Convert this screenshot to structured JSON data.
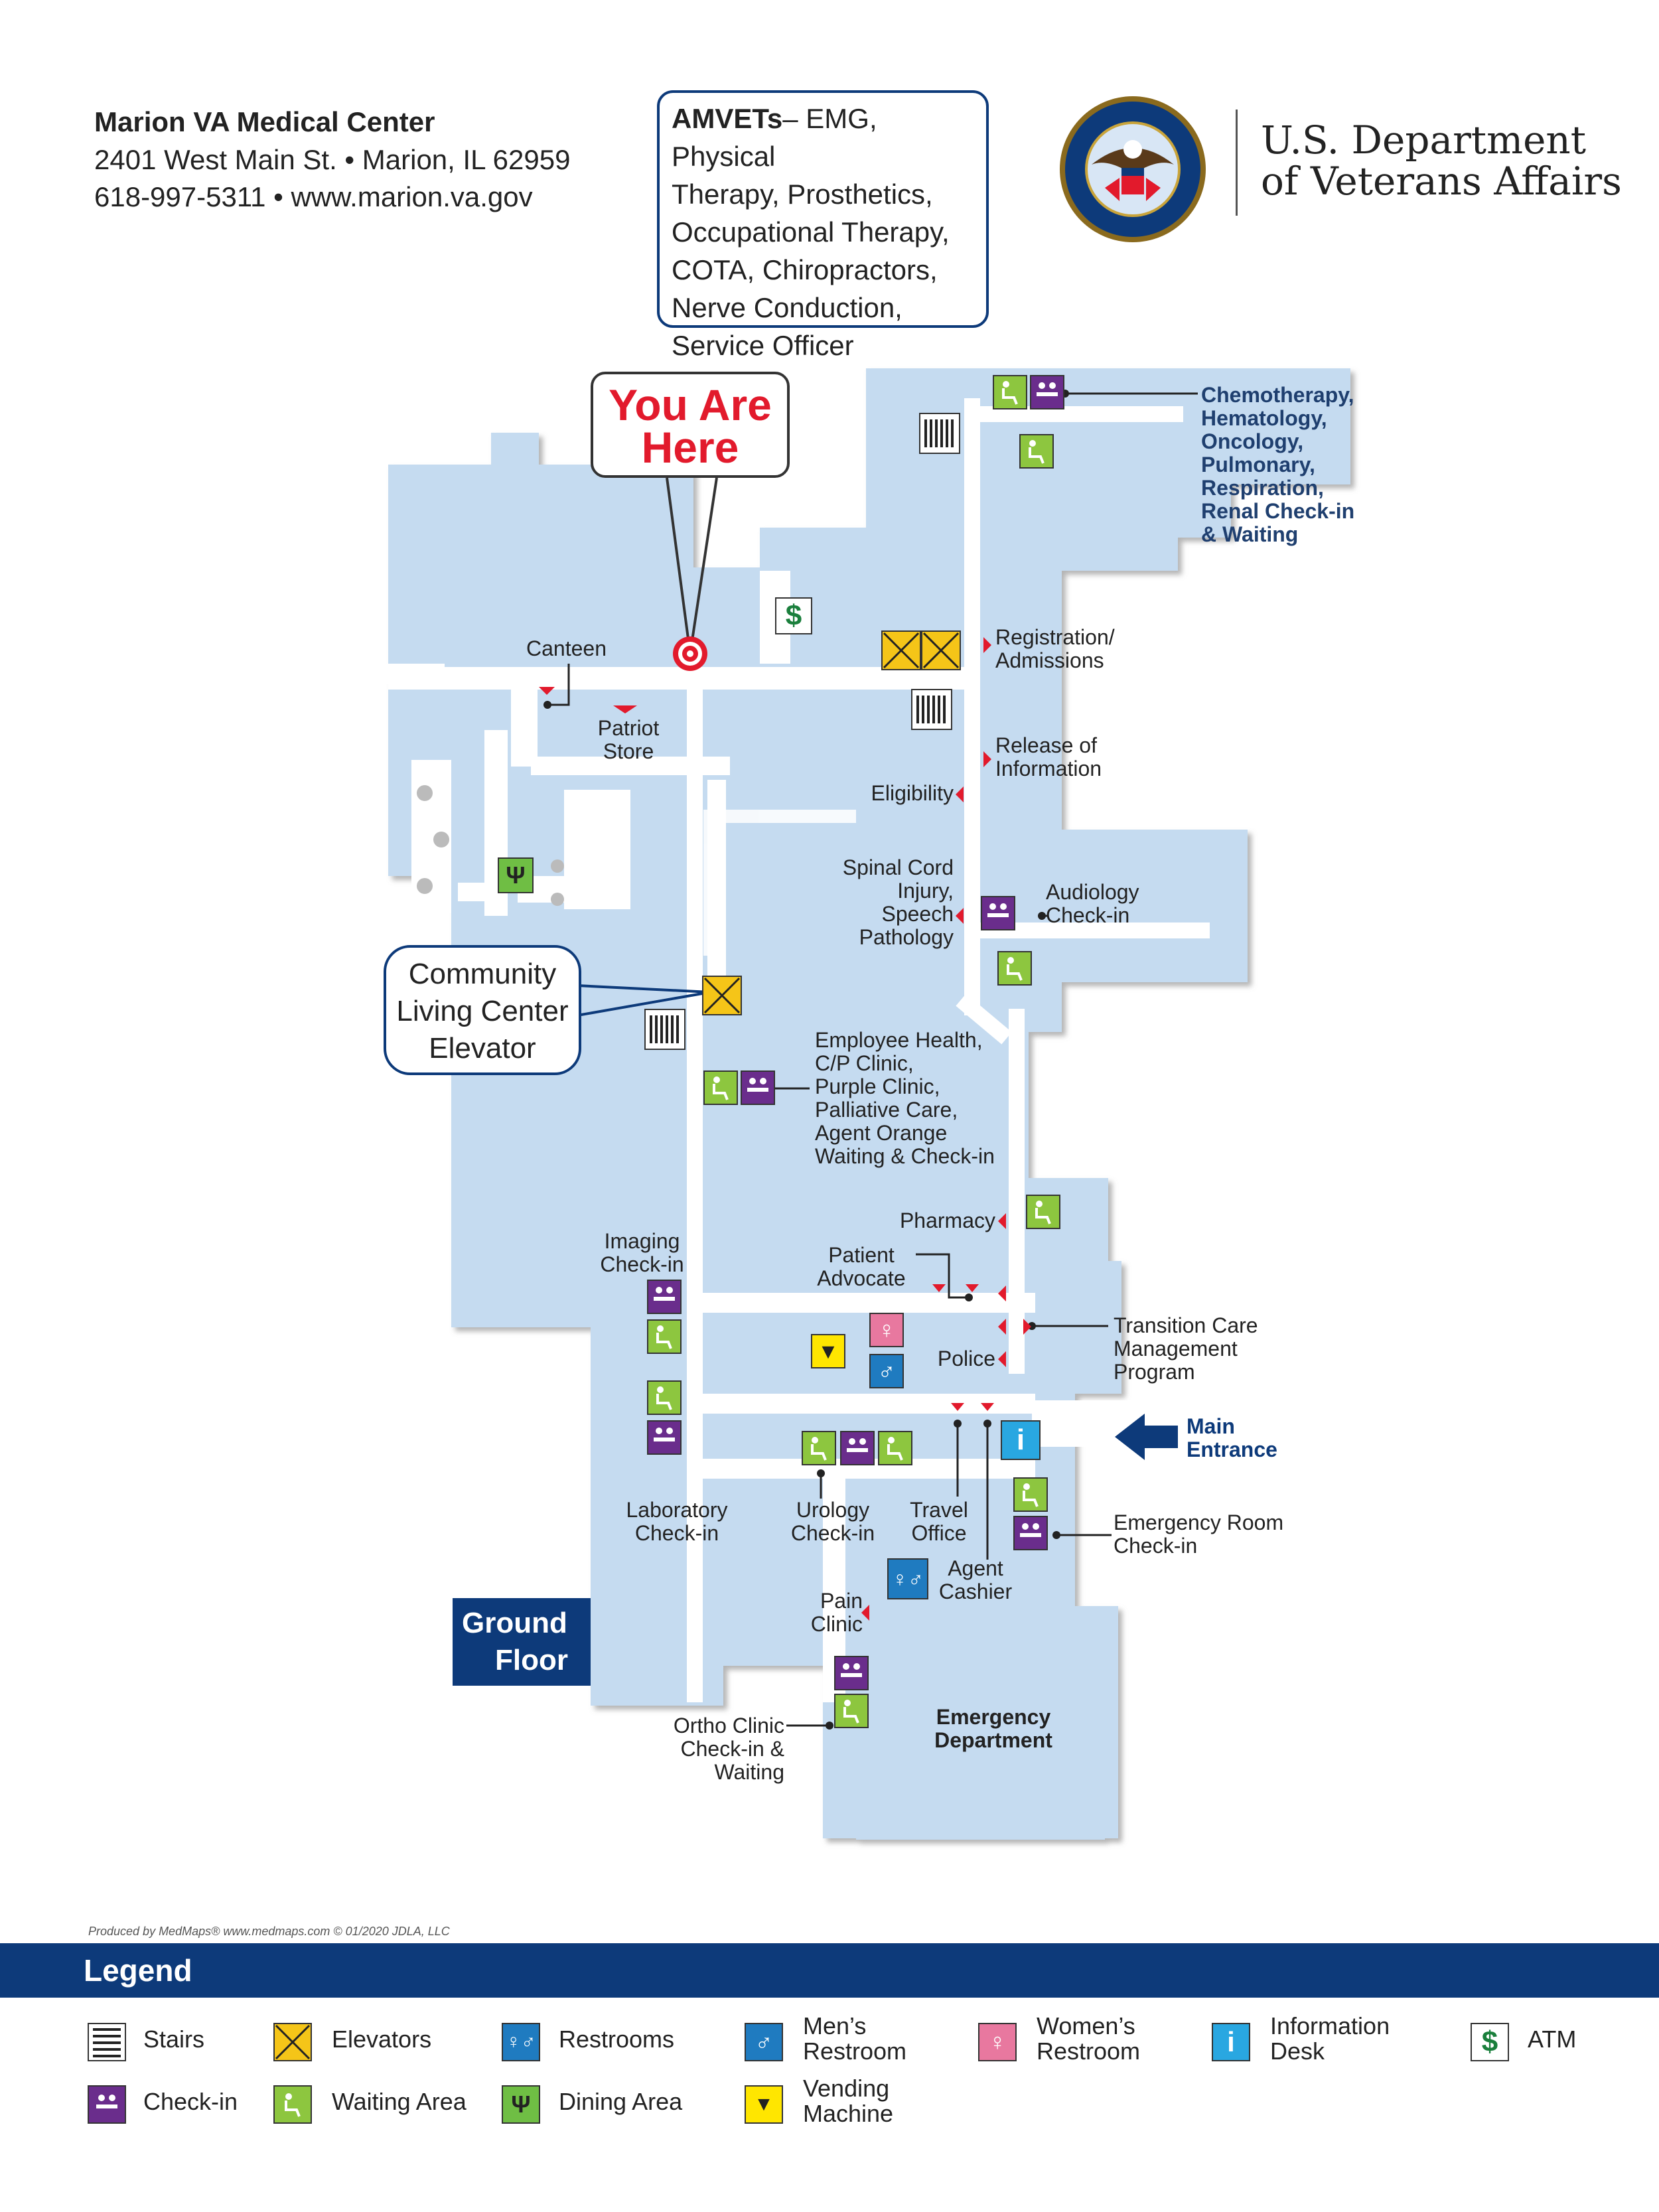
{
  "header": {
    "facility_name": "Marion VA Medical Center",
    "address": "2401 West Main St. • Marion, IL 62959",
    "contact": "618-997-5311 • www.marion.va.gov",
    "amvets_bold": "AMVETs",
    "amvets_lines": [
      "– EMG, Physical",
      "Therapy, Prosthetics,",
      "Occupational Therapy,",
      "COTA, Chiropractors,",
      "Nerve Conduction,",
      "Service Officer"
    ],
    "agency_line1": "U.S. Department",
    "agency_line2": "of Veterans Affairs"
  },
  "map": {
    "you_are_here": [
      "You Are",
      "Here"
    ],
    "community_elevator": [
      "Community",
      "Living Center",
      "Elevator"
    ],
    "floor": [
      "Ground",
      "Floor"
    ],
    "labels": {
      "canteen": "Canteen",
      "patriot_store": [
        "Patriot",
        "Store"
      ],
      "chemo": [
        "Chemotherapy,",
        "Hematology,",
        "Oncology,",
        "Pulmonary,",
        "Respiration,",
        "Renal Check-in",
        "& Waiting"
      ],
      "registration": [
        "Registration/",
        "Admissions"
      ],
      "release_info": [
        "Release of",
        "Information"
      ],
      "eligibility": "Eligibility",
      "spinal_cord": [
        "Spinal Cord",
        "Injury,",
        "Speech",
        "Pathology"
      ],
      "audiology": [
        "Audiology",
        "Check-in"
      ],
      "employee_health": [
        "Employee Health,",
        "C/P Clinic,",
        "Purple Clinic,",
        "Palliative Care,",
        "Agent Orange",
        "Waiting & Check-in"
      ],
      "pharmacy": "Pharmacy",
      "patient_advocate": [
        "Patient",
        "Advocate"
      ],
      "imaging": [
        "Imaging",
        "Check-in"
      ],
      "transition_care": [
        "Transition Care",
        "Management",
        "Program"
      ],
      "police": "Police",
      "main_entrance": [
        "Main",
        "Entrance"
      ],
      "laboratory": [
        "Laboratory",
        "Check-in"
      ],
      "urology": [
        "Urology",
        "Check-in"
      ],
      "travel_office": [
        "Travel",
        "Office"
      ],
      "agent_cashier": [
        "Agent",
        "Cashier"
      ],
      "emergency_room": [
        "Emergency Room",
        "Check-in"
      ],
      "pain_clinic": [
        "Pain",
        "Clinic"
      ],
      "emergency_dept": [
        "Emergency",
        "Department"
      ],
      "ortho": [
        "Ortho Clinic",
        "Check-in &",
        "Waiting"
      ]
    }
  },
  "credit": "Produced by MedMaps®  www.medmaps.com   © 01/2020 JDLA, LLC",
  "legend": {
    "title": "Legend",
    "items": {
      "stairs": "Stairs",
      "elevators": "Elevators",
      "restrooms": "Restrooms",
      "mens": [
        "Men’s",
        "Restroom"
      ],
      "womens": [
        "Women’s",
        "Restroom"
      ],
      "info": [
        "Information",
        "Desk"
      ],
      "atm": "ATM",
      "checkin": "Check-in",
      "waiting": "Waiting Area",
      "dining": "Dining Area",
      "vending": [
        "Vending",
        "Machine"
      ]
    }
  },
  "colors": {
    "floor": "#c5dbf0",
    "corridor": "#ffffff",
    "navy": "#0d3a7a",
    "red_marker": "#e21a2c",
    "waiting_green": "#8dc63f",
    "checkin_purple": "#6a2d8c",
    "elevator_yellow": "#f5c518",
    "womens_pink": "#e8789f",
    "mens_blue": "#1f7bc0",
    "info_blue": "#29a7e1",
    "atm_green": "#1a7f3c",
    "dining_green": "#6fbe44",
    "vending_yellow": "#ffe600"
  },
  "icons": [
    "stairs-icon",
    "elevator-icon",
    "restroom-icon",
    "mens-restroom-icon",
    "womens-restroom-icon",
    "information-desk-icon",
    "atm-icon",
    "check-in-icon",
    "waiting-area-icon",
    "dining-area-icon",
    "vending-machine-icon",
    "you-are-here-target-icon",
    "main-entrance-arrow-icon"
  ]
}
